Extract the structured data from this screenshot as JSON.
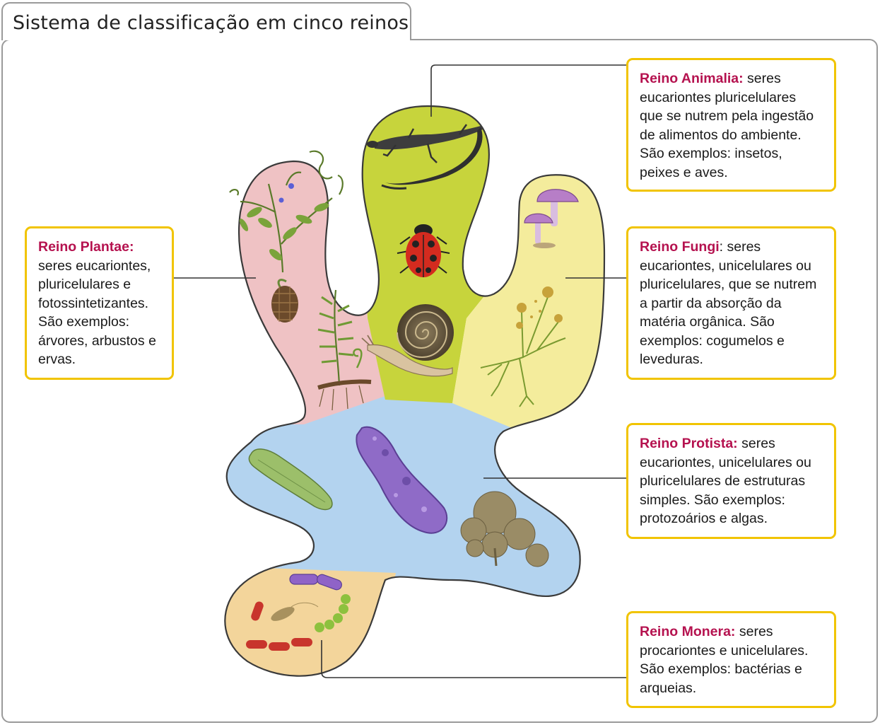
{
  "title": "Sistema de classificação em cinco reinos",
  "colors": {
    "frame": "#9a9a9a",
    "box_border": "#f1c400",
    "heading": "#b5124f",
    "plantae": "#efc2c4",
    "animalia": "#c7d43c",
    "fungi": "#f4ec9c",
    "protista": "#b3d3ef",
    "monera": "#f3d59b"
  },
  "kingdoms": {
    "animalia": {
      "name": "Reino Animalia:",
      "text": " seres eucariontes pluricelulares que se nutrem pela ingestão de alimentos do ambiente. São exemplos: insetos, peixes e aves."
    },
    "plantae": {
      "name": "Reino Plantae:",
      "text": " seres eucariontes, pluricelulares e fotossintetizantes. São exemplos: árvores, arbustos e ervas."
    },
    "fungi": {
      "name": "Reino Fungi",
      "text": ": seres eucariontes, unicelulares ou pluricelulares, que se nutrem a partir da absorção da matéria orgânica. São exemplos: cogumelos e leveduras."
    },
    "protista": {
      "name": "Reino Protista:",
      "text": " seres eucariontes, unicelulares ou pluricelulares de estruturas simples. São exemplos: protozoários e algas."
    },
    "monera": {
      "name": "Reino Monera:",
      "text": " seres procariontes e unicelulares. São exemplos: bactérias e arqueias."
    }
  },
  "illustrations": [
    "lizard-icon",
    "ladybug-icon",
    "snail-icon",
    "plant-vine-icon",
    "pine-cone-icon",
    "fern-icon",
    "mushroom-icon",
    "mold-icon",
    "paramecium-icon",
    "euglena-icon",
    "alga-icon",
    "bacteria-icon"
  ]
}
